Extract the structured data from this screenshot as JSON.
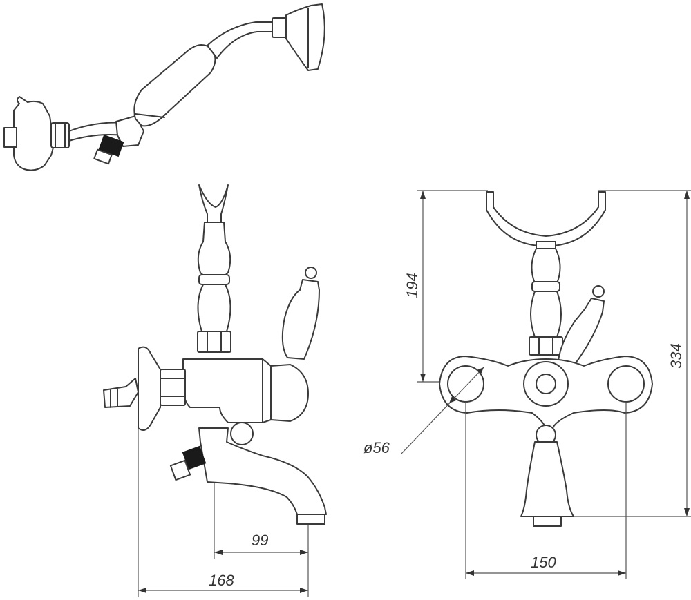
{
  "drawing": {
    "dimensions": {
      "spout_reach": "99",
      "overall_depth": "168",
      "hook_height": "194",
      "overall_height": "334",
      "body_width": "150",
      "inlet_diameter": "ø56"
    }
  }
}
